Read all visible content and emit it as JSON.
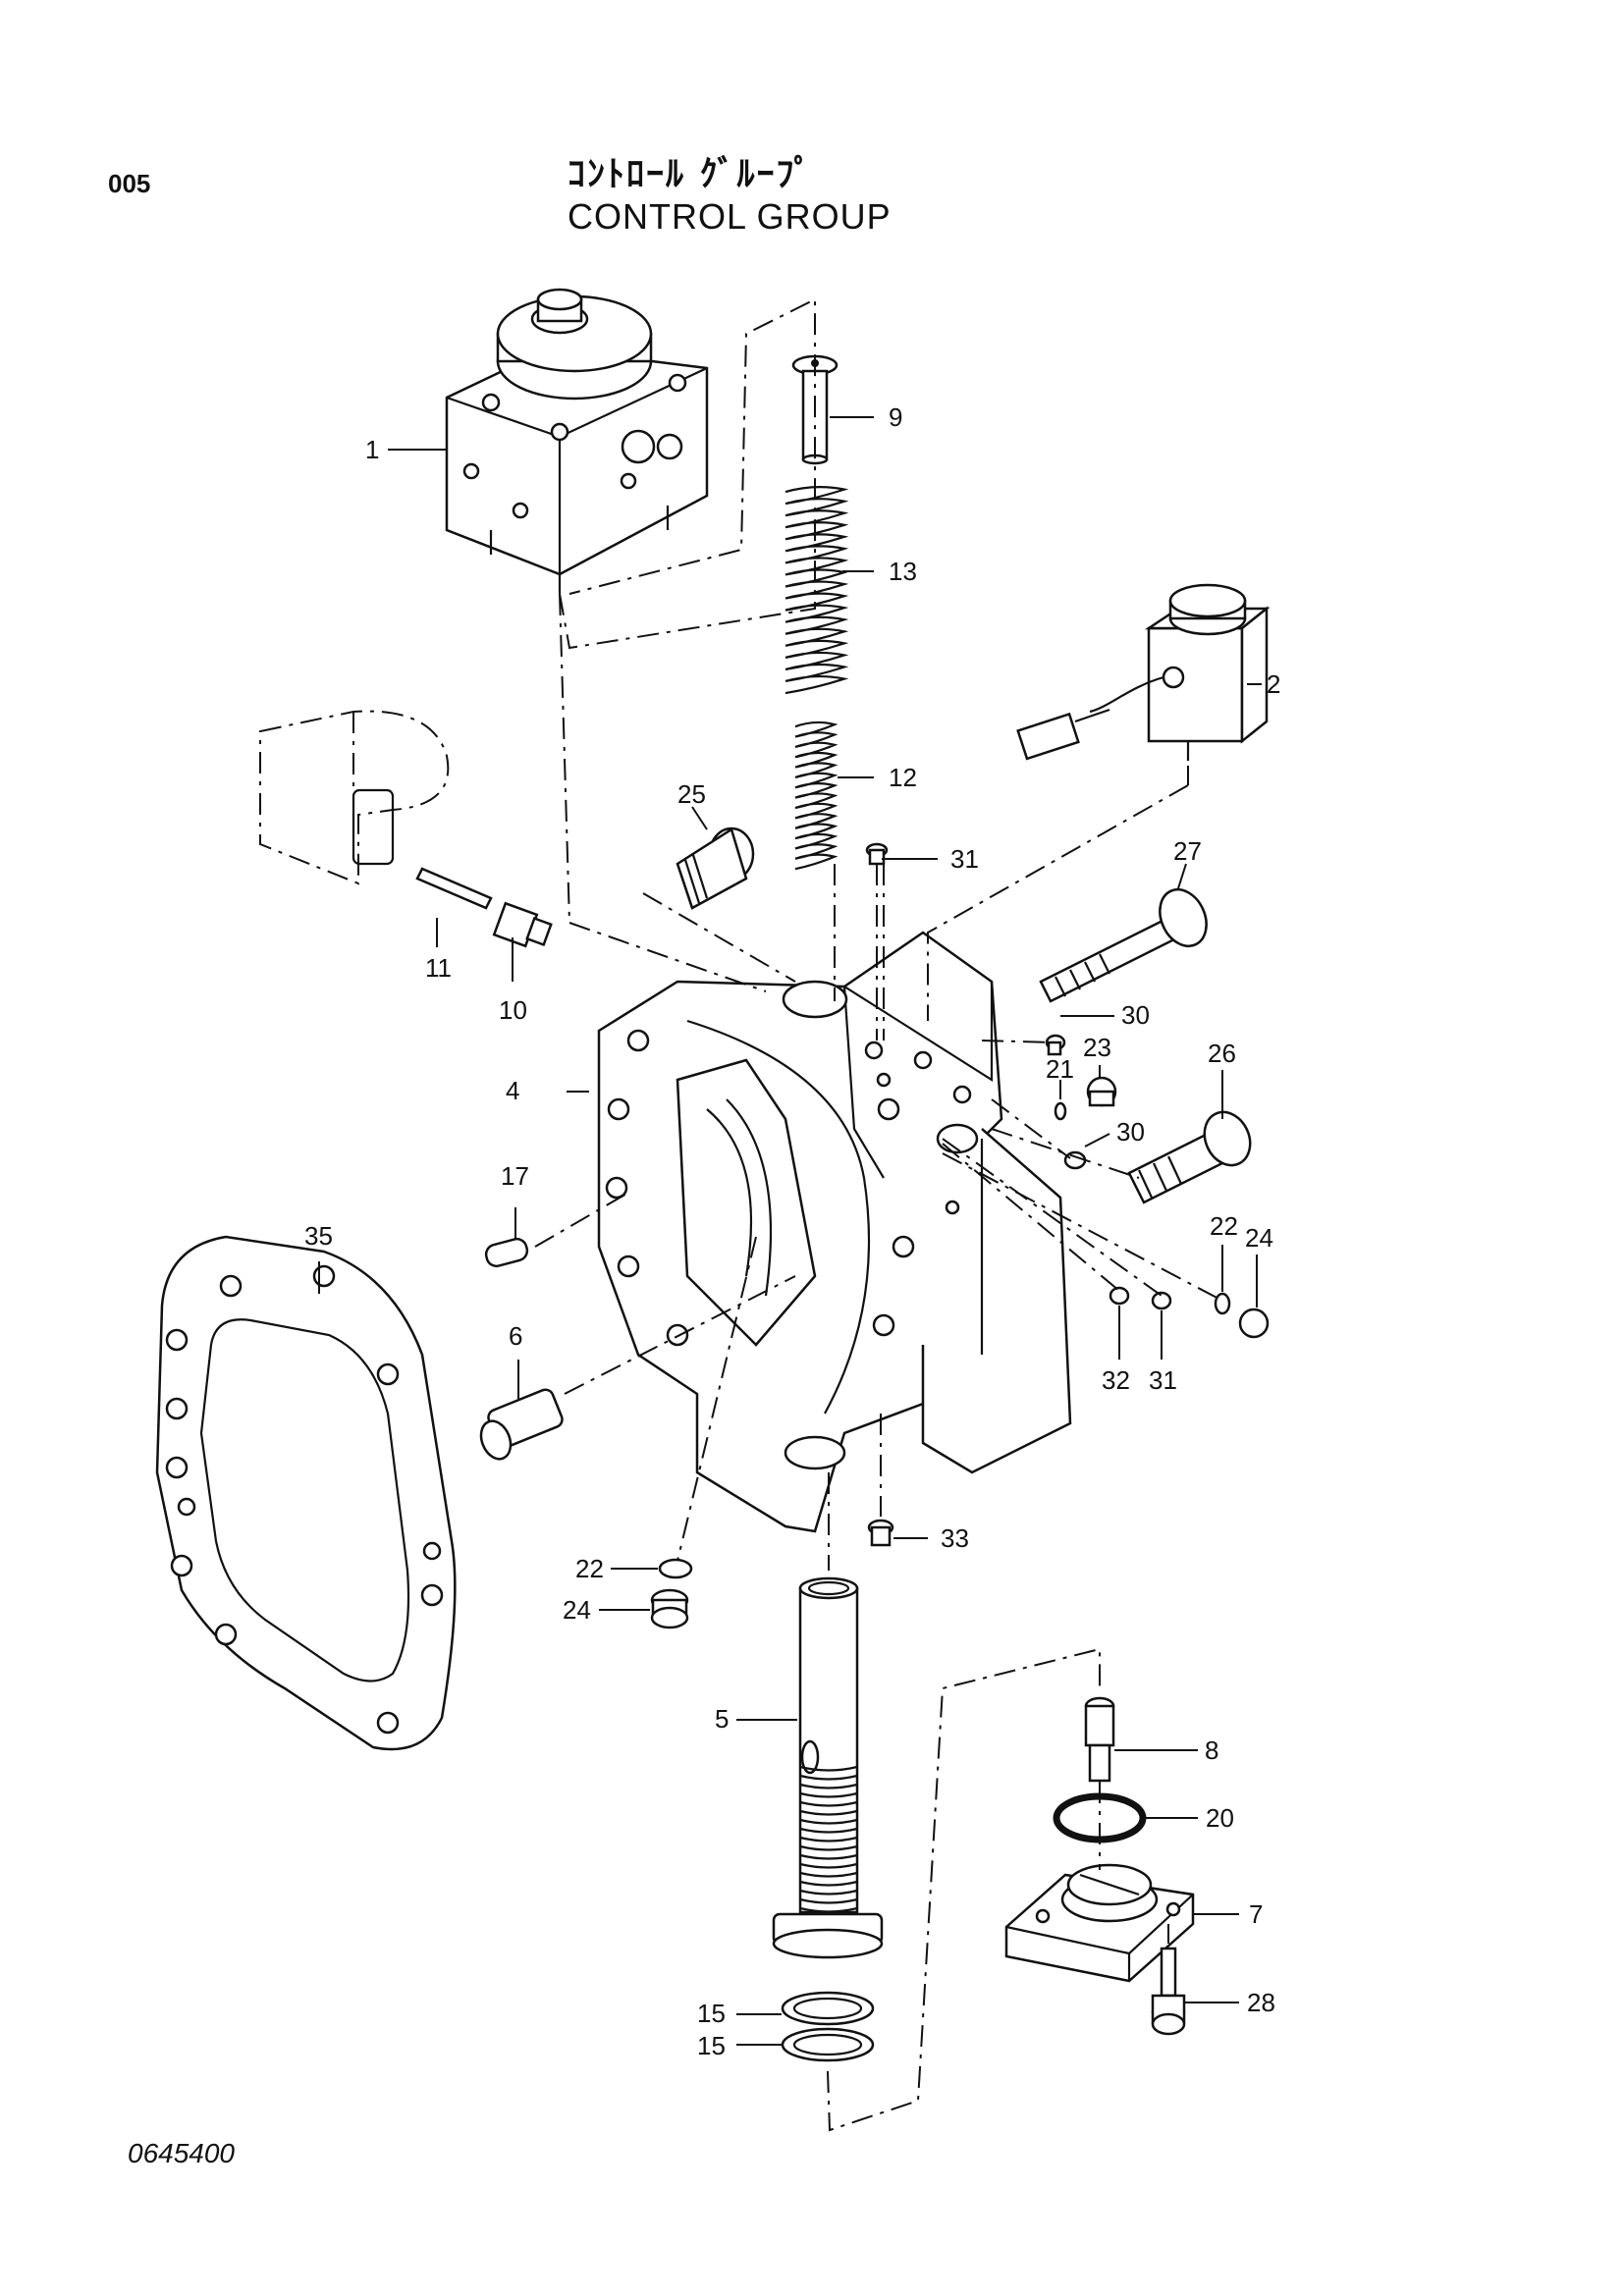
{
  "page_number": "005",
  "title_japanese": "ｺﾝﾄﾛｰﾙ ｸﾞﾙｰﾌﾟ",
  "title_english": "CONTROL GROUP",
  "drawing_number": "0645400",
  "callouts": [
    {
      "id": "c1",
      "label": "1"
    },
    {
      "id": "c2",
      "label": "2"
    },
    {
      "id": "c4",
      "label": "4"
    },
    {
      "id": "c5",
      "label": "5"
    },
    {
      "id": "c6",
      "label": "6"
    },
    {
      "id": "c7",
      "label": "7"
    },
    {
      "id": "c8",
      "label": "8"
    },
    {
      "id": "c9",
      "label": "9"
    },
    {
      "id": "c10",
      "label": "10"
    },
    {
      "id": "c11",
      "label": "11"
    },
    {
      "id": "c12",
      "label": "12"
    },
    {
      "id": "c13",
      "label": "13"
    },
    {
      "id": "c15a",
      "label": "15"
    },
    {
      "id": "c15b",
      "label": "15"
    },
    {
      "id": "c17",
      "label": "17"
    },
    {
      "id": "c20",
      "label": "20"
    },
    {
      "id": "c21",
      "label": "21"
    },
    {
      "id": "c22a",
      "label": "22"
    },
    {
      "id": "c22b",
      "label": "22"
    },
    {
      "id": "c23",
      "label": "23"
    },
    {
      "id": "c24a",
      "label": "24"
    },
    {
      "id": "c24b",
      "label": "24"
    },
    {
      "id": "c25",
      "label": "25"
    },
    {
      "id": "c26",
      "label": "26"
    },
    {
      "id": "c27",
      "label": "27"
    },
    {
      "id": "c28",
      "label": "28"
    },
    {
      "id": "c30a",
      "label": "30"
    },
    {
      "id": "c30b",
      "label": "30"
    },
    {
      "id": "c31a",
      "label": "31"
    },
    {
      "id": "c31b",
      "label": "31"
    },
    {
      "id": "c32",
      "label": "32"
    },
    {
      "id": "c33",
      "label": "33"
    },
    {
      "id": "c35",
      "label": "35"
    }
  ]
}
